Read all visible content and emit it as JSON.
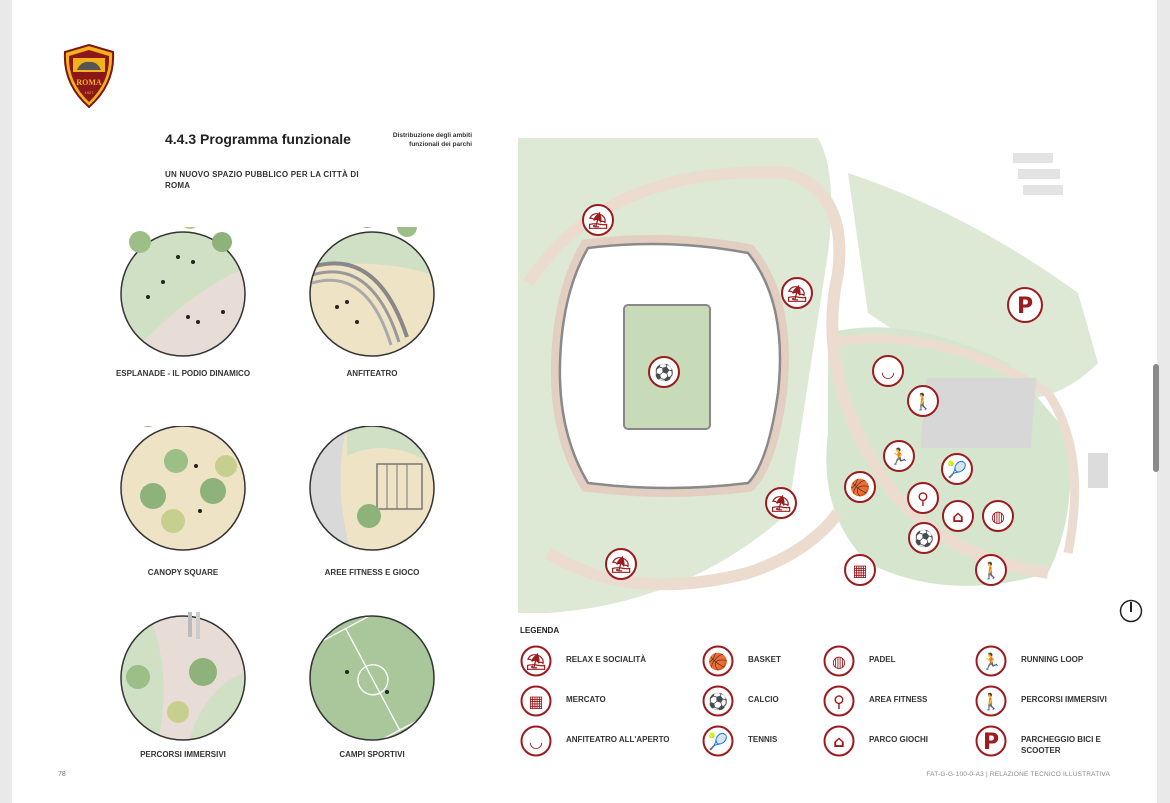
{
  "header": {
    "logo_text": "ROMA",
    "logo_year": "1927",
    "section_title": "4.4.3 Programma funzionale",
    "subtitle": "UN NUOVO SPAZIO PUBBLICO PER LA CITTÀ DI ROMA",
    "map_note": "Distribuzione degli ambiti funzionali dei parchi"
  },
  "vignettes": [
    {
      "caption": "ESPLANADE - IL PODIO DINAMICO"
    },
    {
      "caption": "ANFITEATRO"
    },
    {
      "caption": "CANOPY SQUARE"
    },
    {
      "caption": "AREE FITNESS E GIOCO"
    },
    {
      "caption": "PERCORSI IMMERSIVI"
    },
    {
      "caption": "CAMPI SPORTIVI"
    }
  ],
  "map": {
    "parking_letter": "P",
    "icons": [
      {
        "name": "relax",
        "glyph": "⛱"
      },
      {
        "name": "relax",
        "glyph": "⛱"
      },
      {
        "name": "calcio",
        "glyph": "⚽"
      },
      {
        "name": "parcheggio",
        "glyph": "P"
      },
      {
        "name": "anfiteatro",
        "glyph": "◡"
      },
      {
        "name": "percorsi",
        "glyph": "🚶"
      },
      {
        "name": "running",
        "glyph": "🏃"
      },
      {
        "name": "tennis",
        "glyph": "🎾"
      },
      {
        "name": "basket",
        "glyph": "🏀"
      },
      {
        "name": "fitness",
        "glyph": "⚲"
      },
      {
        "name": "relax",
        "glyph": "⛱"
      },
      {
        "name": "giochi",
        "glyph": "⌂"
      },
      {
        "name": "padel",
        "glyph": "◍"
      },
      {
        "name": "calcio",
        "glyph": "⚽"
      },
      {
        "name": "relax",
        "glyph": "⛱"
      },
      {
        "name": "mercato",
        "glyph": "▦"
      },
      {
        "name": "percorsi",
        "glyph": "🚶"
      }
    ]
  },
  "legend": {
    "title": "LEGENDA",
    "items": [
      {
        "label": "RELAX E SOCIALITÀ",
        "glyph": "⛱"
      },
      {
        "label": "MERCATO",
        "glyph": "▦"
      },
      {
        "label": "ANFITEATRO ALL'APERTO",
        "glyph": "◡"
      },
      {
        "label": "BASKET",
        "glyph": "🏀"
      },
      {
        "label": "CALCIO",
        "glyph": "⚽"
      },
      {
        "label": "TENNIS",
        "glyph": "🎾"
      },
      {
        "label": "PADEL",
        "glyph": "◍"
      },
      {
        "label": "AREA FITNESS",
        "glyph": "⚲"
      },
      {
        "label": "PARCO GIOCHI",
        "glyph": "⌂"
      },
      {
        "label": "RUNNING LOOP",
        "glyph": "🏃"
      },
      {
        "label": "PERCORSI IMMERSIVI",
        "glyph": "🚶"
      },
      {
        "label": "PARCHEGGIO BICI E SCOOTER",
        "glyph": "P"
      }
    ]
  },
  "footer": {
    "page_number": "78",
    "doc_ref": "FAT-G-G-100-0-A3 | RELAZIONE TECNICO ILLUSTRATIVA"
  },
  "colors": {
    "accent_red": "#9b1b1e",
    "park_green": "#d7e6cf",
    "path_tan": "#eeddd0",
    "pitch_green": "#c8dbb8"
  }
}
